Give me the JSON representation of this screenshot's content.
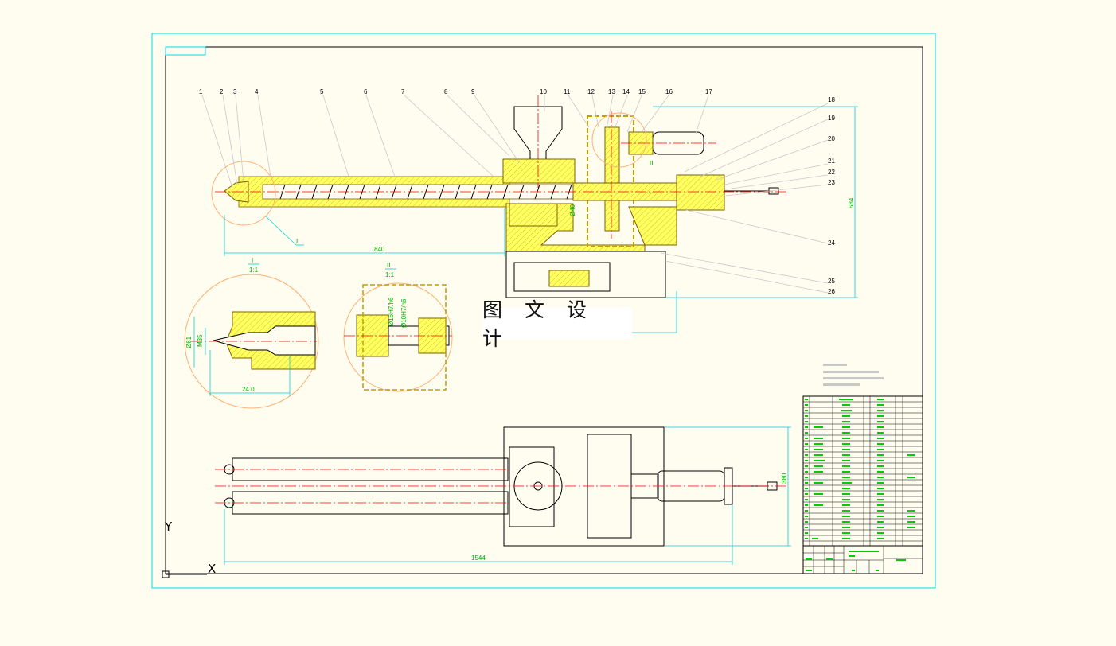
{
  "watermark": "图 文 设 计",
  "part_numbers": [
    "1",
    "2",
    "3",
    "4",
    "5",
    "6",
    "7",
    "8",
    "9",
    "10",
    "11",
    "12",
    "13",
    "14",
    "15",
    "16",
    "17",
    "18",
    "19",
    "20",
    "21",
    "22",
    "23",
    "24",
    "25",
    "26"
  ],
  "dimensions": {
    "screw_length": "840",
    "unit_height": "584",
    "detail1_dia": "Ø61",
    "detail1_thread": "M35",
    "detail1_len": "24.0",
    "detail2_fit_a": "Ø16H7/h6",
    "detail2_fit_b": "Ø10H7/h6",
    "gear_dia": "Ø40",
    "plan_length": "1544",
    "plan_height": "380"
  },
  "details": {
    "detail1_label": "I",
    "detail1_scale": "1:1",
    "detail2_label": "II",
    "detail2_scale": "1:1",
    "callout_label": "I",
    "callout2_label": "II"
  },
  "axes": {
    "y": "Y",
    "x": "X"
  },
  "colors": {
    "frame_outer": "#00e0e0",
    "frame_inner": "#000000",
    "section_fill": "#ffff66",
    "centerline": "#ff0000",
    "dimension": "#00d0d0",
    "detail_circle": "#ffb070",
    "table_text": "#00cc00"
  }
}
